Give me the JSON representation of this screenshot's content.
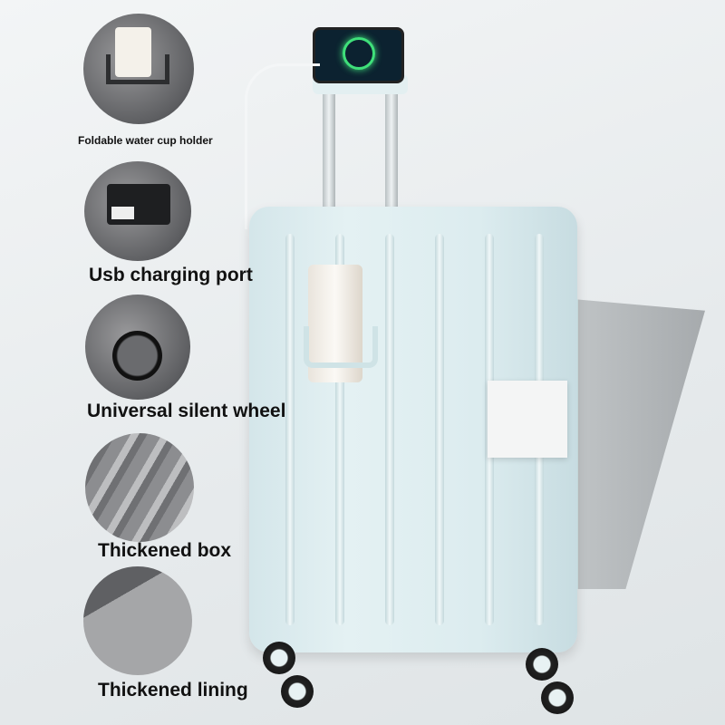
{
  "features": [
    {
      "label": "Foldable water cup holder",
      "icon": "cup-holder-icon"
    },
    {
      "label": "Usb charging port",
      "icon": "usb-port-icon"
    },
    {
      "label": "Universal silent wheel",
      "icon": "wheel-icon"
    },
    {
      "label": "Thickened box",
      "icon": "shell-icon"
    },
    {
      "label": "Thickened lining",
      "icon": "lining-icon"
    }
  ],
  "colors": {
    "suitcase": "#dcecef",
    "text": "#111111",
    "charging_glow": "#3fe07a"
  }
}
